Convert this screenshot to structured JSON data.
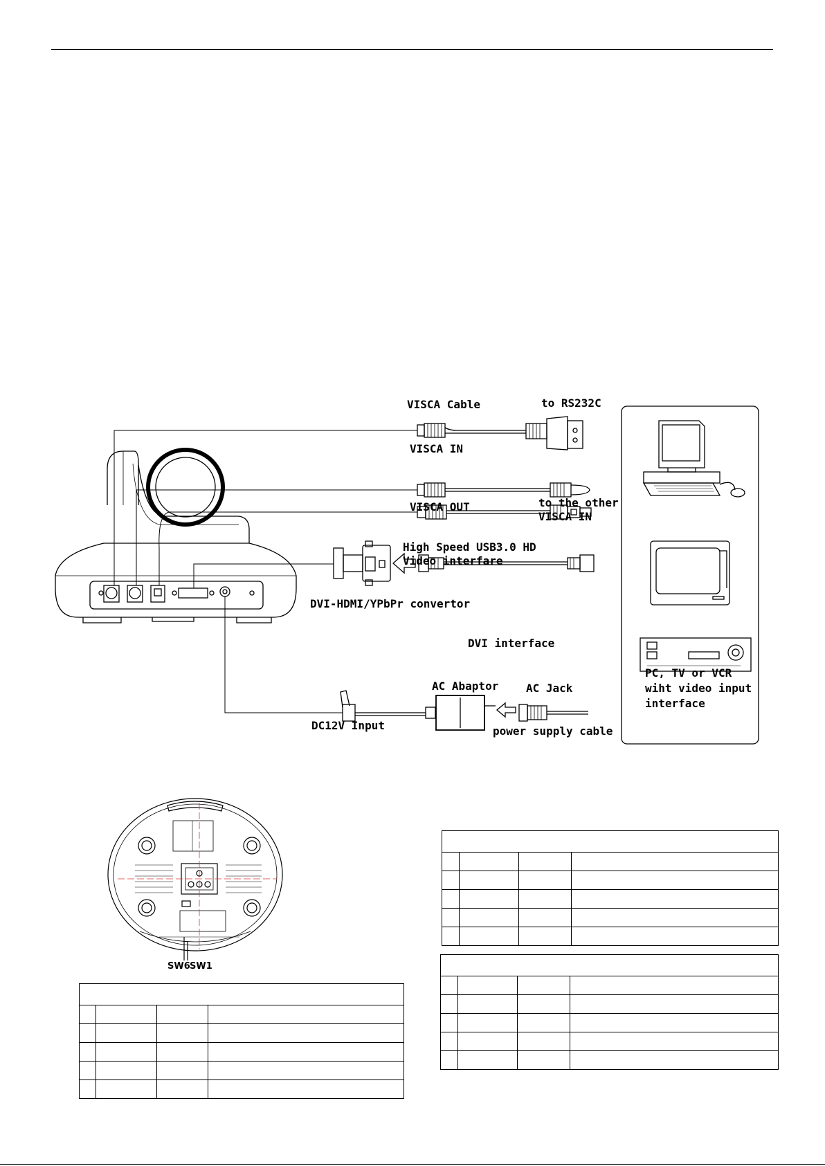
{
  "diagram": {
    "visca_cable": "VISCA Cable",
    "to_rs232c": "to RS232C",
    "visca_in": "VISCA IN",
    "visca_out": "VISCA OUT",
    "to_other_line1": "to the other",
    "to_other_line2": "VISCA IN",
    "usb_line1": "High Speed USB3.0 HD",
    "usb_line2": "Video interfare",
    "dvi_convertor": "DVI-HDMI/YPbPr convertor",
    "dvi_interface": "DVI interface",
    "ac_adaptor": "AC Abaptor",
    "ac_jack": "AC Jack",
    "dc_input": "DC12V Input",
    "power_cable": "power supply cable",
    "devices_line1": "PC, TV or VCR",
    "devices_line2": "wiht video input",
    "devices_line3": "interface"
  },
  "bottom_view": {
    "sw6": "SW6",
    "sw1": "SW1"
  }
}
